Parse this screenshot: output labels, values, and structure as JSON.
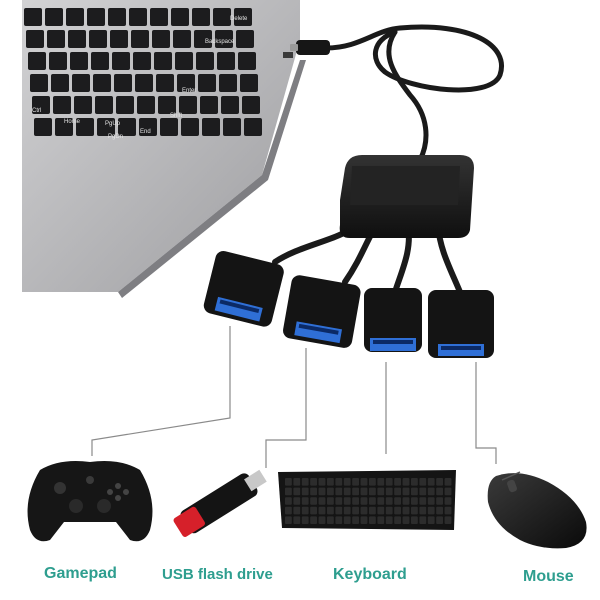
{
  "devices": [
    {
      "label": "Gamepad"
    },
    {
      "label": "USB flash drive"
    },
    {
      "label": "Keyboard"
    },
    {
      "label": "Mouse"
    }
  ],
  "keyboard_keys": {
    "backspace": "Backspace",
    "enter": "Enter",
    "shift": "Shift",
    "ctrl": "Ctrl",
    "home": "Home",
    "pgup": "PgUp",
    "pgdn": "PgDn",
    "end": "End",
    "delete": "Delete"
  },
  "colors": {
    "label": "#2e9e8f",
    "hub": "#1b1b1b",
    "usb_port_blue": "#2f6fd6",
    "laptop_body": "#b9b9bb",
    "leader_line": "#8a8a8a"
  }
}
